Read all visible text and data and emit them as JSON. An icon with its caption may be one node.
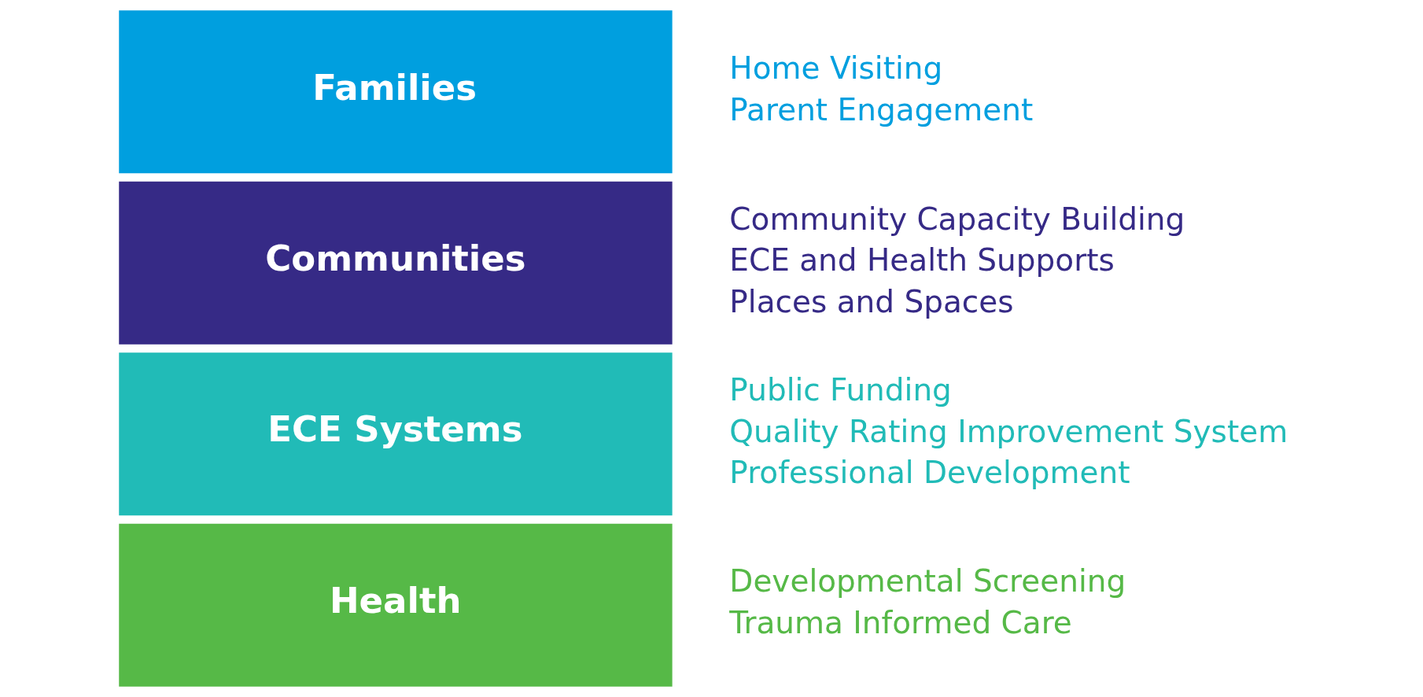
{
  "diagram": {
    "nodes": [
      {
        "text": [
          "Families"
        ],
        "beside": [
          "Home Visiting",
          "Parent Engagement"
        ]
      },
      {
        "text": [
          "Communities"
        ],
        "beside": [
          "Community Capacity Building",
          "ECE and Health Supports",
          "Places and Spaces"
        ]
      },
      {
        "text": [
          "ECE Systems"
        ],
        "beside": [
          "Public Funding",
          "Quality Rating Improvement System",
          "Professional Development"
        ]
      },
      {
        "text": [
          "Health"
        ],
        "beside": [
          "Developmental Screening",
          "Trauma Informed Care"
        ]
      }
    ],
    "edges": []
  }
}
